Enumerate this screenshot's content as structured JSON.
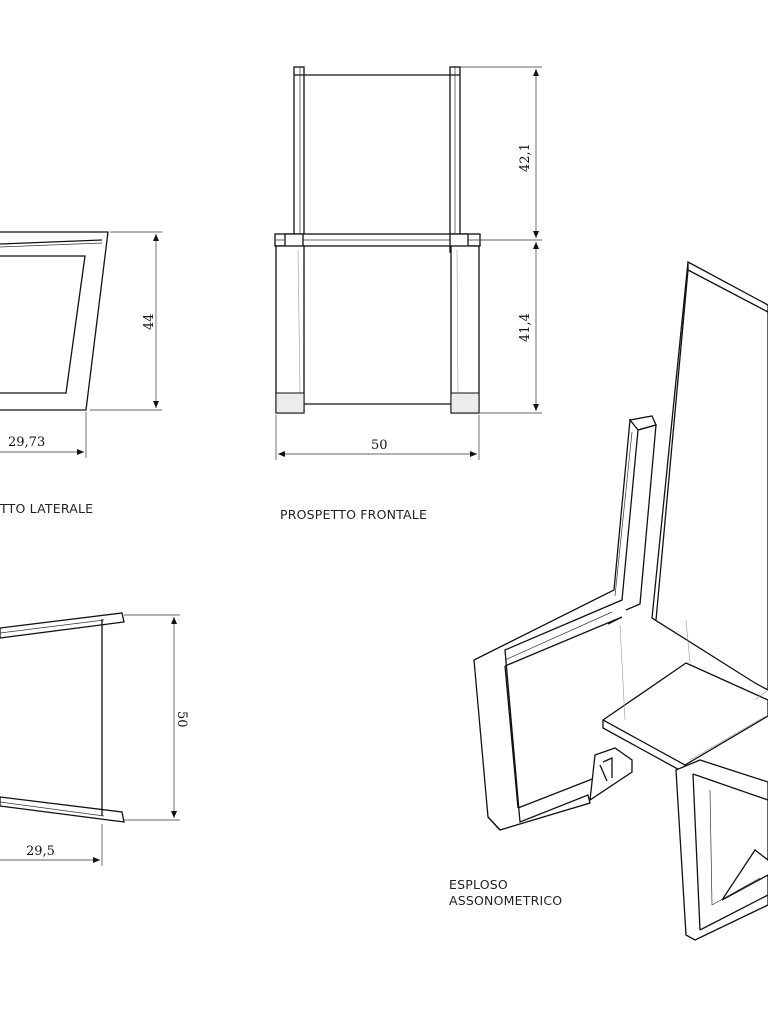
{
  "dimensions": {
    "side_height": "44",
    "side_depth": "29,73",
    "front_back_height": "42,1",
    "front_seat_height": "41,4",
    "front_width": "50",
    "plan_width": "50",
    "plan_depth": "29,5"
  },
  "captions": {
    "side_view": "TTO LATERALE",
    "front_view": "PROSPETTO FRONTALE",
    "axonometric_line1": "ESPLOSO",
    "axonometric_line2": "ASSONOMETRICO"
  }
}
